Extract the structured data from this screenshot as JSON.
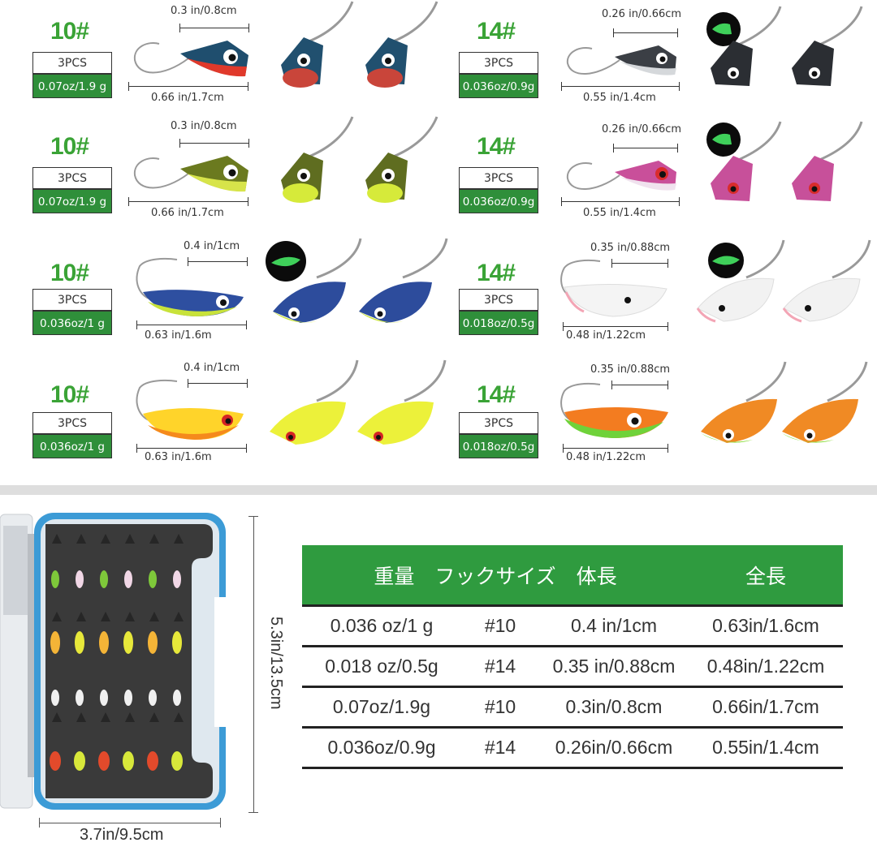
{
  "lures": [
    {
      "size": "10#",
      "pcs": "3PCS",
      "weight": "0.07oz/1.9 g",
      "head": "0.3 in/0.8cm",
      "length": "0.66 in/1.7cm"
    },
    {
      "size": "14#",
      "pcs": "3PCS",
      "weight": "0.036oz/0.9g",
      "head": "0.26 in/0.66cm",
      "length": "0.55 in/1.4cm"
    },
    {
      "size": "10#",
      "pcs": "3PCS",
      "weight": "0.07oz/1.9 g",
      "head": "0.3 in/0.8cm",
      "length": "0.66 in/1.7cm"
    },
    {
      "size": "14#",
      "pcs": "3PCS",
      "weight": "0.036oz/0.9g",
      "head": "0.26 in/0.66cm",
      "length": "0.55 in/1.4cm"
    },
    {
      "size": "10#",
      "pcs": "3PCS",
      "weight": "0.036oz/1 g",
      "head": "0.4 in/1cm",
      "length": "0.63 in/1.6m"
    },
    {
      "size": "14#",
      "pcs": "3PCS",
      "weight": "0.018oz/0.5g",
      "head": "0.35 in/0.88cm",
      "length": "0.48 in/1.22cm"
    },
    {
      "size": "10#",
      "pcs": "3PCS",
      "weight": "0.036oz/1 g",
      "head": "0.4 in/1cm",
      "length": "0.63 in/1.6m"
    },
    {
      "size": "14#",
      "pcs": "3PCS",
      "weight": "0.018oz/0.5g",
      "head": "0.35 in/0.88cm",
      "length": "0.48 in/1.22cm"
    }
  ],
  "box": {
    "height": "5.3in/13.5cm",
    "width": "3.7in/9.5cm"
  },
  "table": {
    "headers": [
      "重量　フックサイズ　体長",
      "全長"
    ],
    "rows": [
      [
        "0.036 oz/1 g",
        "#10",
        "0.4 in/1cm",
        "0.63in/1.6cm"
      ],
      [
        "0.018 oz/0.5g",
        "#14",
        "0.35 in/0.88cm",
        "0.48in/1.22cm"
      ],
      [
        "0.07oz/1.9g",
        "#10",
        "0.3in/0.8cm",
        "0.66in/1.7cm"
      ],
      [
        "0.036oz/0.9g",
        "#14",
        "0.26in/0.66cm",
        "0.55in/1.4cm"
      ]
    ]
  },
  "colors": {
    "green": "#2f9b3f",
    "label_green": "#3aa336",
    "divider": "#dedede",
    "box_blue": "#3c9bd6"
  }
}
